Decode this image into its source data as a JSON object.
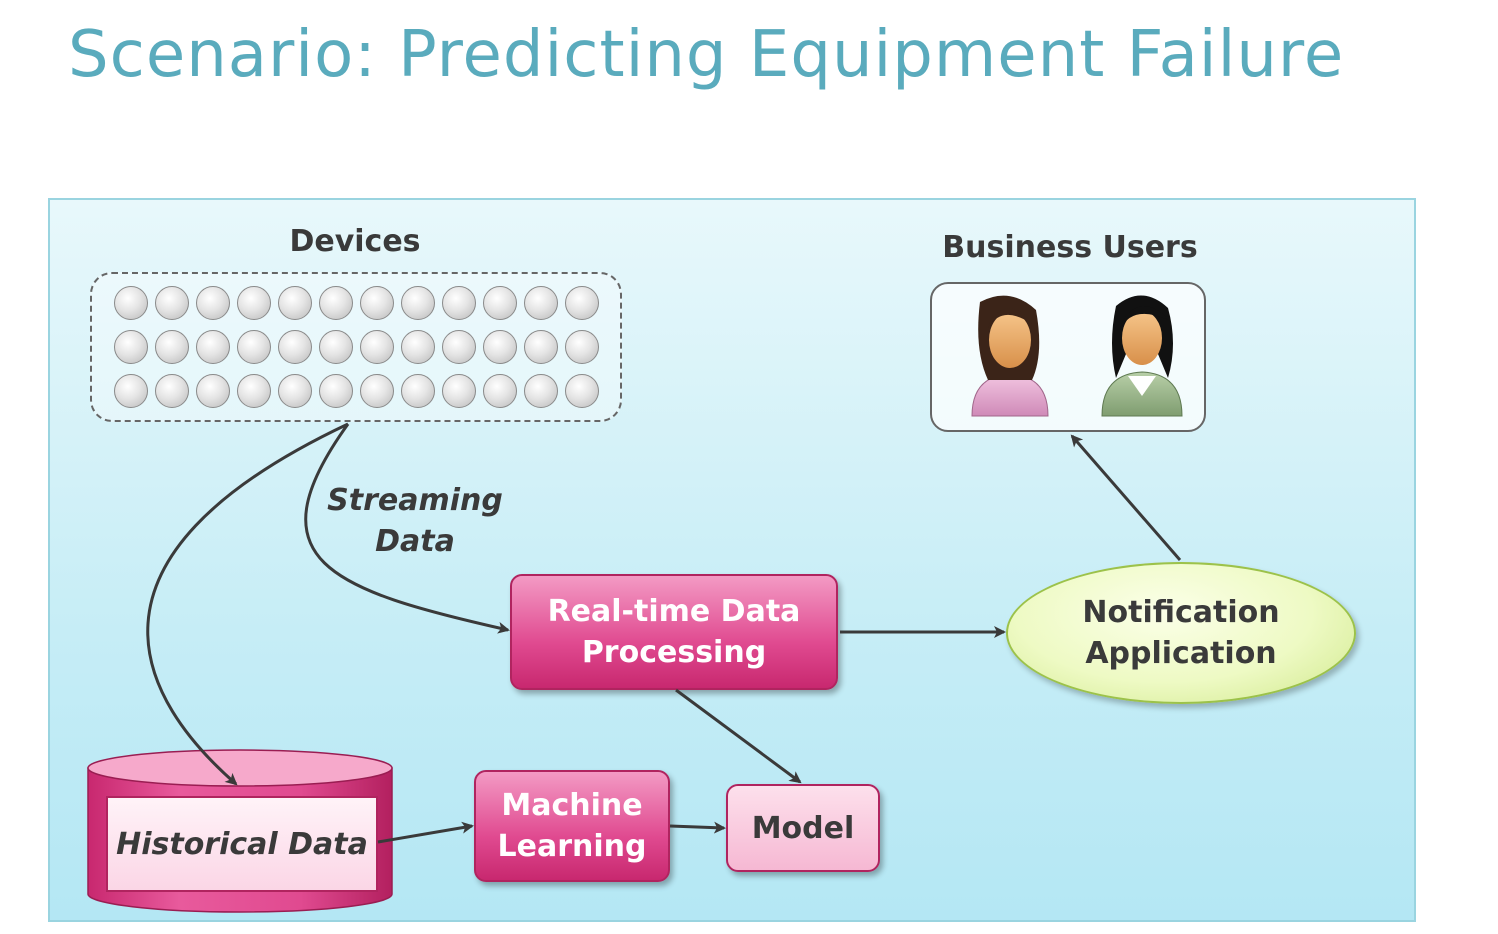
{
  "title": "Scenario: Predicting Equipment Failure",
  "labels": {
    "devices": "Devices",
    "business_users": "Business Users",
    "streaming_data": "Streaming Data"
  },
  "nodes": {
    "realtime_processing": "Real-time Data Processing",
    "notification_application": "Notification Application",
    "historical_data": "Historical Data",
    "machine_learning": "Machine Learning",
    "model": "Model"
  },
  "device_grid": {
    "rows": 3,
    "columns": 12
  },
  "colors": {
    "title": "#5aabbd",
    "panel_background": "#c6edf6",
    "pink_node": "#e04a90",
    "notification_node": "#eefac4",
    "arrow": "#3a3a3a"
  }
}
